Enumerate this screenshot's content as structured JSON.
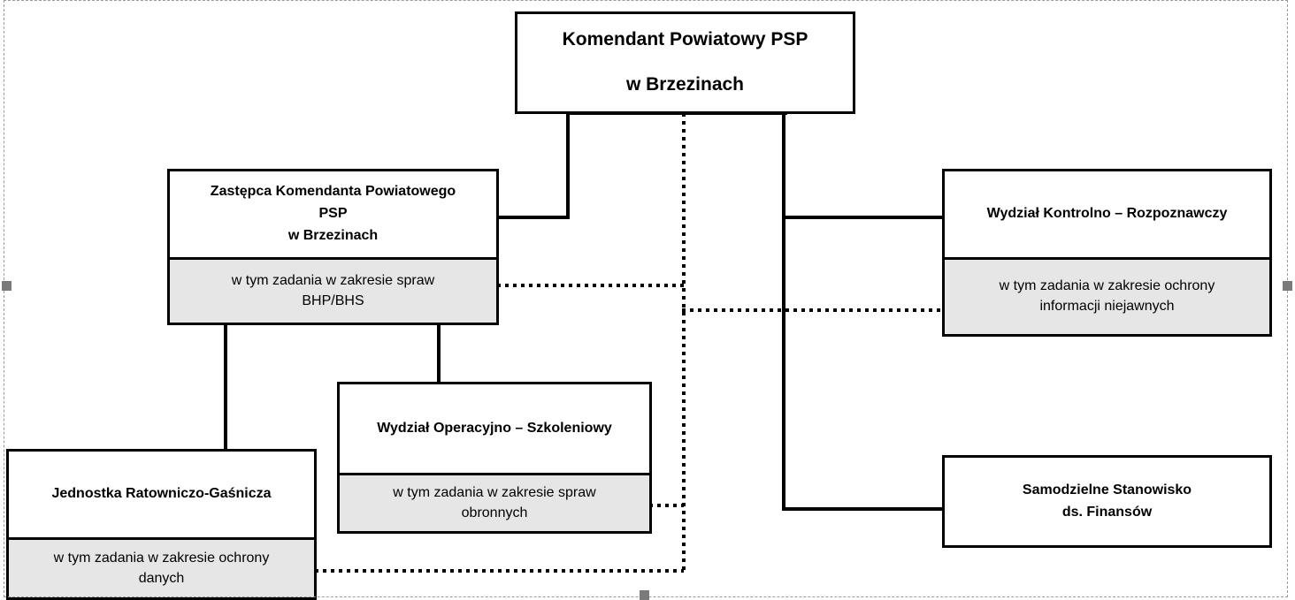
{
  "diagram": {
    "kind": "organizational-chart",
    "language": "pl",
    "colors": {
      "box_border": "#000000",
      "box_fill": "#ffffff",
      "subsection_fill": "#e6e6e6",
      "connector": "#000000",
      "selection": "#7a7a7a"
    },
    "nodes": {
      "commander": {
        "title_line1": "Komendant Powiatowy PSP",
        "title_line2": "w Brzezinach"
      },
      "deputy": {
        "title_line1": "Zastępca Komendanta Powiatowego",
        "title_line2": "PSP",
        "title_line3": "w Brzezinach",
        "sub_line1": "w tym zadania w zakresie spraw",
        "sub_line2": "BHP/BHS"
      },
      "control_dept": {
        "title_line1": "Wydział Kontrolno – Rozpoznawczy",
        "sub_line1": "w tym zadania w zakresie ochrony",
        "sub_line2": "informacji niejawnych"
      },
      "operations_dept": {
        "title_line1": "Wydział Operacyjno – Szkoleniowy",
        "sub_line1": "w tym zadania w zakresie spraw",
        "sub_line2": "obronnych"
      },
      "rescue_unit": {
        "title_line1": "Jednostka Ratowniczo-Gaśnicza",
        "sub_line1": "w tym zadania w zakresie ochrony",
        "sub_line2": "danych"
      },
      "finance_post": {
        "title_line1": "Samodzielne Stanowisko",
        "title_line2": "ds. Finansów"
      }
    }
  }
}
